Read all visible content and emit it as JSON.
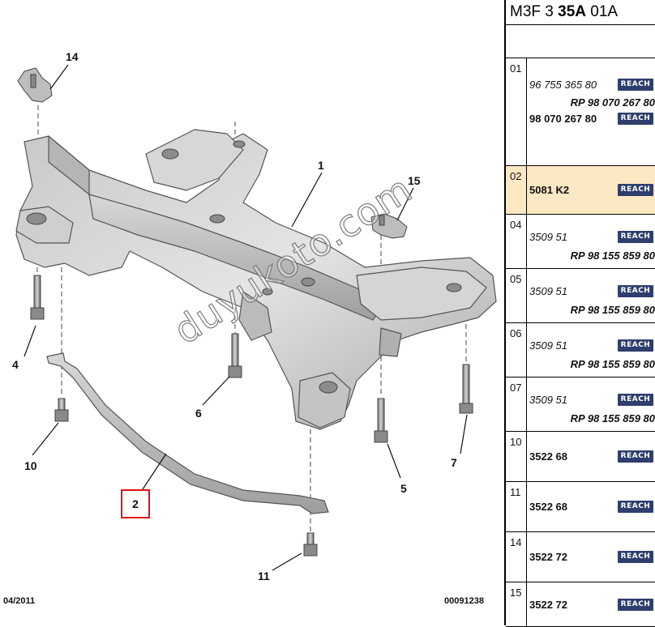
{
  "diagram": {
    "callouts": [
      {
        "id": "1",
        "text": "1"
      },
      {
        "id": "2",
        "text": "2"
      },
      {
        "id": "4",
        "text": "4"
      },
      {
        "id": "5",
        "text": "5"
      },
      {
        "id": "6",
        "text": "6"
      },
      {
        "id": "7",
        "text": "7"
      },
      {
        "id": "10",
        "text": "10"
      },
      {
        "id": "11",
        "text": "11"
      },
      {
        "id": "14",
        "text": "14"
      },
      {
        "id": "15",
        "text": "15"
      }
    ],
    "selected_callout": "2",
    "watermark": "duyukoto.com",
    "footer_date": "04/2011",
    "footer_ref": "00091238"
  },
  "panel": {
    "title_prefix": "M3F 3 ",
    "title_bold": "35A",
    "title_suffix": " 01A",
    "badge_label": "REACH",
    "badge_color": "#2e3e6e",
    "selected_row_color": "#fde8c4",
    "rows": [
      {
        "num": "01",
        "selected": false,
        "lines": [
          {
            "text": "96 755 365 80",
            "style": "italic",
            "badge": true
          },
          {
            "text": "RP 98 070 267 80",
            "style": "rp",
            "badge": false
          },
          {
            "text": "98 070 267 80",
            "style": "bold",
            "badge": true
          }
        ]
      },
      {
        "num": "02",
        "selected": true,
        "lines": [
          {
            "text": "5081 K2",
            "style": "bold",
            "badge": true
          }
        ]
      },
      {
        "num": "04",
        "selected": false,
        "lines": [
          {
            "text": "3509 51",
            "style": "italic",
            "badge": true
          },
          {
            "text": "RP 98 155 859 80",
            "style": "rp",
            "badge": false
          }
        ]
      },
      {
        "num": "05",
        "selected": false,
        "lines": [
          {
            "text": "3509 51",
            "style": "italic",
            "badge": true
          },
          {
            "text": "RP 98 155 859 80",
            "style": "rp",
            "badge": false
          }
        ]
      },
      {
        "num": "06",
        "selected": false,
        "lines": [
          {
            "text": "3509 51",
            "style": "italic",
            "badge": true
          },
          {
            "text": "RP 98 155 859 80",
            "style": "rp",
            "badge": false
          }
        ]
      },
      {
        "num": "07",
        "selected": false,
        "lines": [
          {
            "text": "3509 51",
            "style": "italic",
            "badge": true
          },
          {
            "text": "RP 98 155 859 80",
            "style": "rp",
            "badge": false
          }
        ]
      },
      {
        "num": "10",
        "selected": false,
        "lines": [
          {
            "text": "3522 68",
            "style": "bold",
            "badge": true
          }
        ]
      },
      {
        "num": "11",
        "selected": false,
        "lines": [
          {
            "text": "3522 68",
            "style": "bold",
            "badge": true
          }
        ]
      },
      {
        "num": "14",
        "selected": false,
        "lines": [
          {
            "text": "3522 72",
            "style": "bold",
            "badge": true
          }
        ]
      },
      {
        "num": "15",
        "selected": false,
        "lines": [
          {
            "text": "3522 72",
            "style": "bold",
            "badge": true
          }
        ]
      }
    ]
  }
}
